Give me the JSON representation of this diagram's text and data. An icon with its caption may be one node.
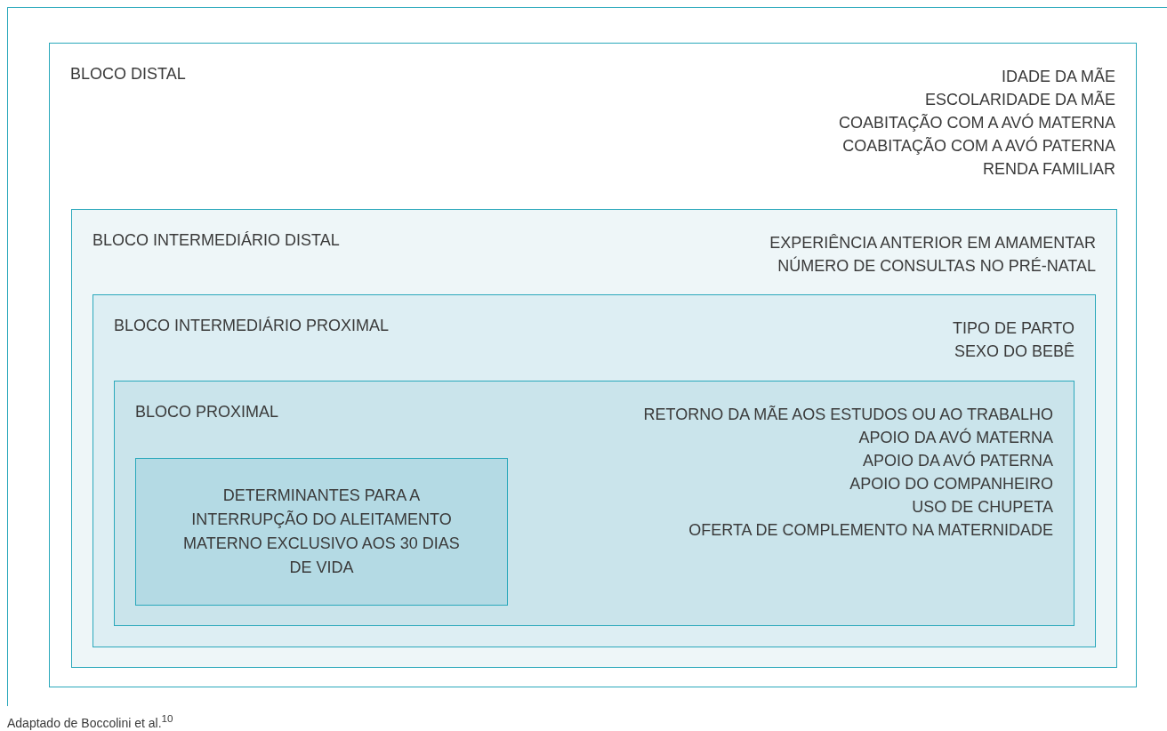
{
  "diagram": {
    "caption": "Adaptado de Boccolini et al.$^{10}$",
    "nodes": [
      {
        "text": [
          "BLOCO DISTAL",
          "IDADE DA MÃE",
          "ESCOLARIDADE DA MÃE",
          "COABITAÇÃO COM A AVÓ MATERNA",
          "COABITAÇÃO COM A AVÓ PATERNA",
          "RENDA FAMILIAR"
        ]
      },
      {
        "text": [
          "BLOCO INTERMEDIÁRIO DISTAL",
          "EXPERIÊNCIA ANTERIOR EM AMAMENTAR",
          "NÚMERO DE CONSULTAS NO PRÉ-NATAL"
        ],
        "in": 0
      },
      {
        "text": [
          "BLOCO INTERMEDIÁRIO PROXIMAL",
          "TIPO DE PARTO",
          "SEXO DO BEBÊ"
        ],
        "in": 1
      },
      {
        "text": [
          "BLOCO PROXIMAL",
          "RETORNO DA MÃE AOS ESTUDOS OU AO TRABALHO",
          "APOIO DA AVÓ MATERNA",
          "APOIO DA AVÓ PATERNA",
          "APOIO DO COMPANHEIRO",
          "USO DE CHUPETA",
          "OFERTA DE COMPLEMENTO NA MATERNIDADE"
        ],
        "in": 2
      },
      {
        "text": [
          "DETERMINANTES PARA A INTERRUPÇÃO DO ALEITAMENTO MATERNO EXCLUSIVO AOS 30 DIAS DE VIDA"
        ],
        "in": 3
      }
    ]
  }
}
